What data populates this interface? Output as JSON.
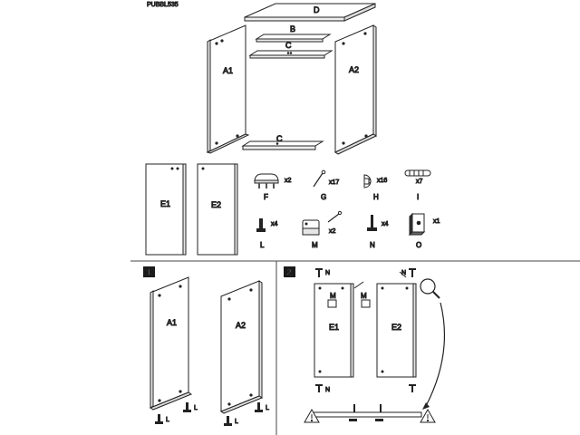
{
  "document": {
    "product_code": "PUBBL535"
  },
  "parts": {
    "D": "D",
    "B": "B",
    "C_top": "C",
    "C_bottom": "C",
    "A1": "A1",
    "A2": "A2",
    "E1": "E1",
    "E2": "E2"
  },
  "hardware": [
    {
      "letter": "F",
      "qty": "x2"
    },
    {
      "letter": "G",
      "qty": "x17"
    },
    {
      "letter": "H",
      "qty": "x16"
    },
    {
      "letter": "I",
      "qty": "x7"
    },
    {
      "letter": "L",
      "qty": "x4"
    },
    {
      "letter": "M",
      "qty": "x2"
    },
    {
      "letter": "N",
      "qty": "x4"
    },
    {
      "letter": "O",
      "qty": "x1"
    }
  ],
  "step1": {
    "number": "1",
    "panel_left": "A1",
    "panel_right": "A2",
    "hw": "L"
  },
  "step2": {
    "number": "2",
    "panel_left": "E1",
    "panel_right": "E2",
    "hw_n": "N",
    "hw_m": "M"
  }
}
